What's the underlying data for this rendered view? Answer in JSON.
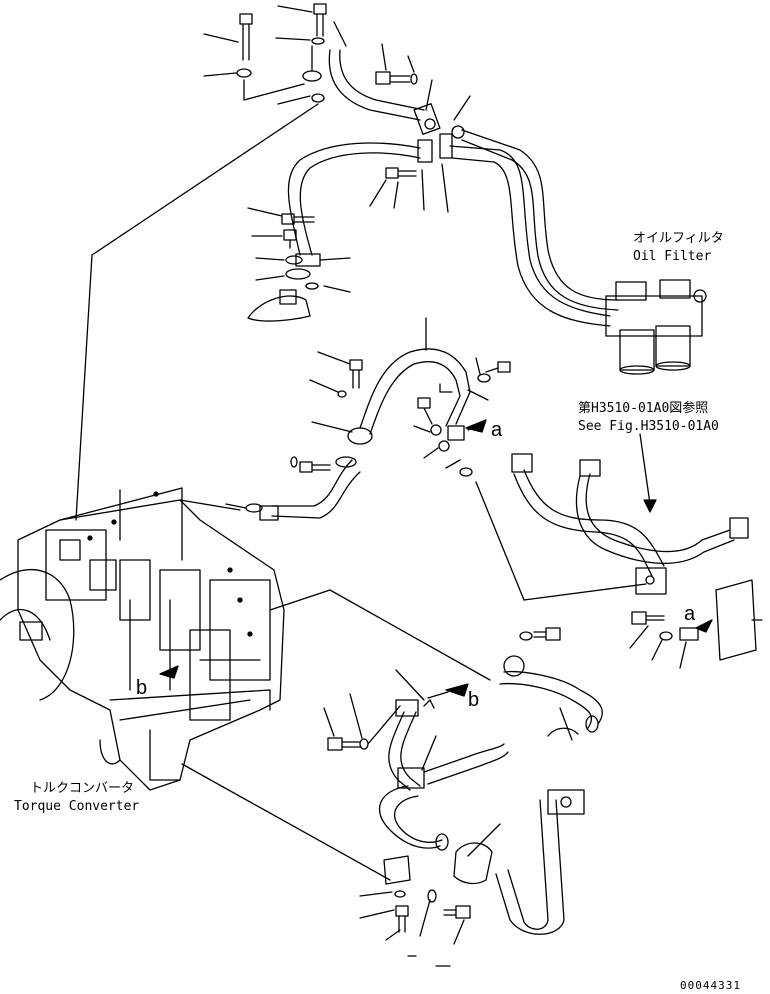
{
  "labels": {
    "oil_filter_jp": "オイルフィルタ",
    "oil_filter_en": "Oil Filter",
    "ref_jp": "第H3510-01A0図参照",
    "ref_en": "See Fig.H3510-01A0",
    "torque_converter_jp": "トルクコンバータ",
    "torque_converter_en": "Torque Converter",
    "callout_a1": "a",
    "callout_a2": "a",
    "callout_b1": "b",
    "callout_b2": "b",
    "part_number": "00044331"
  }
}
